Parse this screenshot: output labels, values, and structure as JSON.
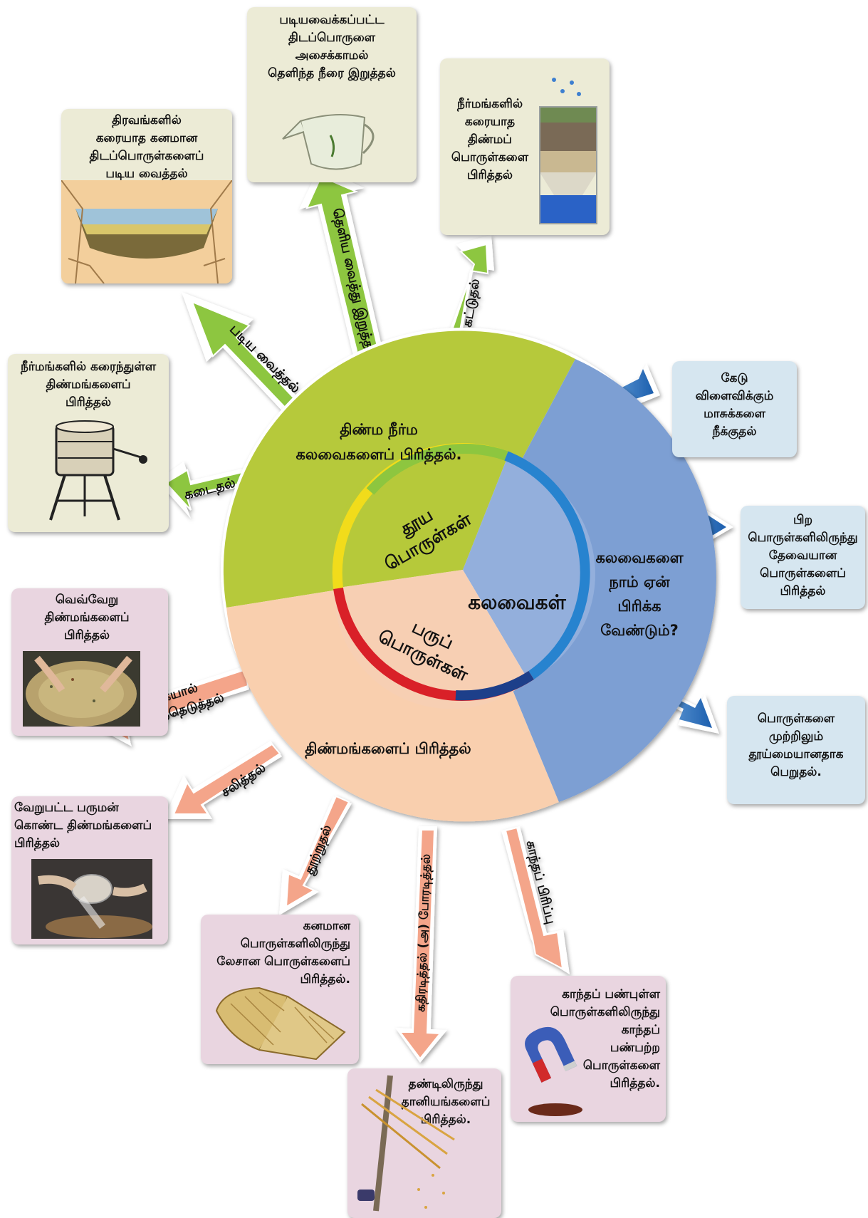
{
  "center": {
    "title": "கலவைகள்",
    "pure": "தூய\nபொருள்கள்",
    "impure": "பருப்\nபொருள்கள்"
  },
  "categories": {
    "solid_liquid": "திண்ம நீர்ம\nகலவைகளைப் பிரித்தல்.",
    "solid_solid": "திண்மங்களைப் பிரித்தல்",
    "why": "கலவைகளை\nநாம் ஏன்\nபிரிக்க\nவேண்டும்?"
  },
  "arrows": {
    "churning": "கடைதல்",
    "sedimentation": "படிய வைத்தல்",
    "decantation": "தெளிய வைத்து இறுத்தல்",
    "filtration": "வடி கட்டுதல்",
    "handpicking": "கையால்\nதெரிந்தெடுத்தல்",
    "sieving": "சலித்தல்",
    "winnowing": "தூற்றுதல்",
    "threshing": "கதிரடித்தல் (அ) போரடித்தல்",
    "magnetic": "காந்தப் பிரிப்பு"
  },
  "cards": {
    "churning": "நீர்மங்களில் கரைந்துள்ள\nதிண்மங்களைப்\nபிரித்தல்",
    "sedimentation": "திரவங்களில்\nகரையாத கனமான\nதிடப்பொருள்களைப்\nபடிய வைத்தல்",
    "decantation": "படியவைக்கப்பட்ட\nதிடப்பொருளை\nஅசைக்காமல்\nதெளிந்த நீரை இறுத்தல்",
    "filtration": "நீர்மங்களில்\nகரையாத\nதிண்மப்\nபொருள்களை\nபிரித்தல்",
    "harmful": "கேடு\nவிளைவிக்கும்\nமாசுக்களை\nநீக்குதல்",
    "useful": "பிற\nபொருள்களிலிருந்து\nதேவையான\nபொருள்களைப்\nபிரித்தல்",
    "pure": "பொருள்களை\nமுற்றிலும்\nதூய்மையானதாக\nபெறுதல்.",
    "handpicking": "வெவ்வேறு\nதிண்மங்களைப்\nபிரித்தல்",
    "sieving": "வேறுபட்ட பருமன்\nகொண்ட திண்மங்களைப்\nபிரித்தல்",
    "winnowing": "கனமான\nபொருள்களிலிருந்து\nலேசான பொருள்களைப்\nபிரித்தல்.",
    "threshing": "தண்டிலிருந்து\nதானியங்களைப்\nபிரித்தல்.",
    "magnetic": "காந்தப் பண்புள்ள\nபொருள்களிலிருந்து\nகாந்தப்\nபண்பற்ற\nபொருள்களை\nபிரித்தல்."
  },
  "colors": {
    "green": "#b6c93a",
    "blue": "#7d9fd3",
    "peach": "#f9cfae",
    "arrow_green": "#8dc63f",
    "arrow_peach": "#f4a58a",
    "arrow_blue": "#2f7fc6",
    "card_green": "#ecebd6",
    "card_blue": "#d6e6f0",
    "card_pink": "#e9d5e0"
  }
}
